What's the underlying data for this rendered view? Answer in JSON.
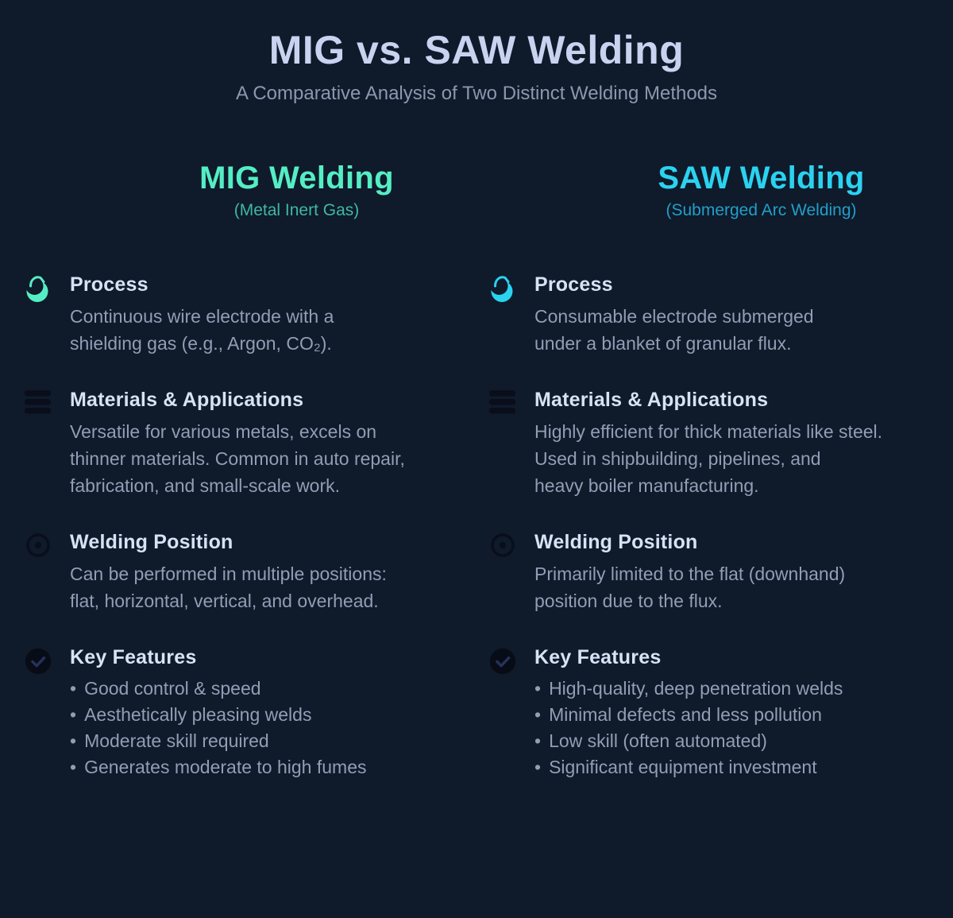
{
  "page": {
    "title": "MIG vs. SAW Welding",
    "subtitle": "A Comparative Analysis of Two Distinct Welding Methods"
  },
  "colors": {
    "background": "#0f1a2b",
    "title": "#c8d3f0",
    "subtitle": "#8b98ad",
    "heading": "#d9e1f4",
    "body": "#919eb4",
    "mig_accent": "#55eec4",
    "mig_subtitle": "#3eb9a0",
    "saw_accent": "#2bd2f0",
    "saw_subtitle": "#219fc8",
    "icon_dark": "#0a0e1a",
    "icon_check_stroke": "#27325a"
  },
  "columns": [
    {
      "id": "mig",
      "title": "MIG Welding",
      "subtitle": "(Metal Inert Gas)",
      "sections": [
        {
          "icon": "welding-torch-swirl-icon",
          "heading": "Process",
          "text": "Continuous wire electrode with a shielding gas (e.g., Argon, CO₂).",
          "lines": [
            "Continuous wire electrode with a",
            "shielding gas (e.g., Argon, CO₂)."
          ]
        },
        {
          "icon": "stacked-bars-icon",
          "heading": "Materials & Applications",
          "text": "Versatile for various metals, excels on thinner materials. Common in auto repair, fabrication, and small-scale work.",
          "lines": [
            "Versatile for various metals, excels on",
            "thinner materials. Common in auto repair,",
            "fabrication, and small-scale work."
          ]
        },
        {
          "icon": "target-dot-icon",
          "heading": "Welding Position",
          "text": "Can be performed in multiple positions: flat, horizontal, vertical, and overhead.",
          "lines": [
            "Can be performed in multiple positions:",
            "flat, horizontal, vertical, and overhead."
          ]
        },
        {
          "icon": "check-circle-icon",
          "heading": "Key Features",
          "bullets": [
            "Good control & speed",
            "Aesthetically pleasing welds",
            "Moderate skill required",
            "Generates moderate to high fumes"
          ]
        }
      ]
    },
    {
      "id": "saw",
      "title": "SAW Welding",
      "subtitle": "(Submerged Arc Welding)",
      "sections": [
        {
          "icon": "welding-torch-swirl-icon",
          "heading": "Process",
          "text": "Consumable electrode submerged under a blanket of granular flux.",
          "lines": [
            "Consumable electrode submerged",
            "under a blanket of granular flux."
          ]
        },
        {
          "icon": "stacked-bars-icon",
          "heading": "Materials & Applications",
          "text": "Highly efficient for thick materials like steel. Used in shipbuilding, pipelines, and heavy boiler manufacturing.",
          "lines": [
            "Highly efficient for thick materials like steel.",
            "Used in shipbuilding, pipelines, and",
            "heavy boiler manufacturing."
          ]
        },
        {
          "icon": "target-dot-icon",
          "heading": "Welding Position",
          "text": "Primarily limited to the flat (downhand) position due to the flux.",
          "lines": [
            "Primarily limited to the flat (downhand)",
            "position due to the flux."
          ]
        },
        {
          "icon": "check-circle-icon",
          "heading": "Key Features",
          "bullets": [
            "High-quality, deep penetration welds",
            "Minimal defects and less pollution",
            "Low skill (often automated)",
            "Significant equipment investment"
          ]
        }
      ]
    }
  ]
}
